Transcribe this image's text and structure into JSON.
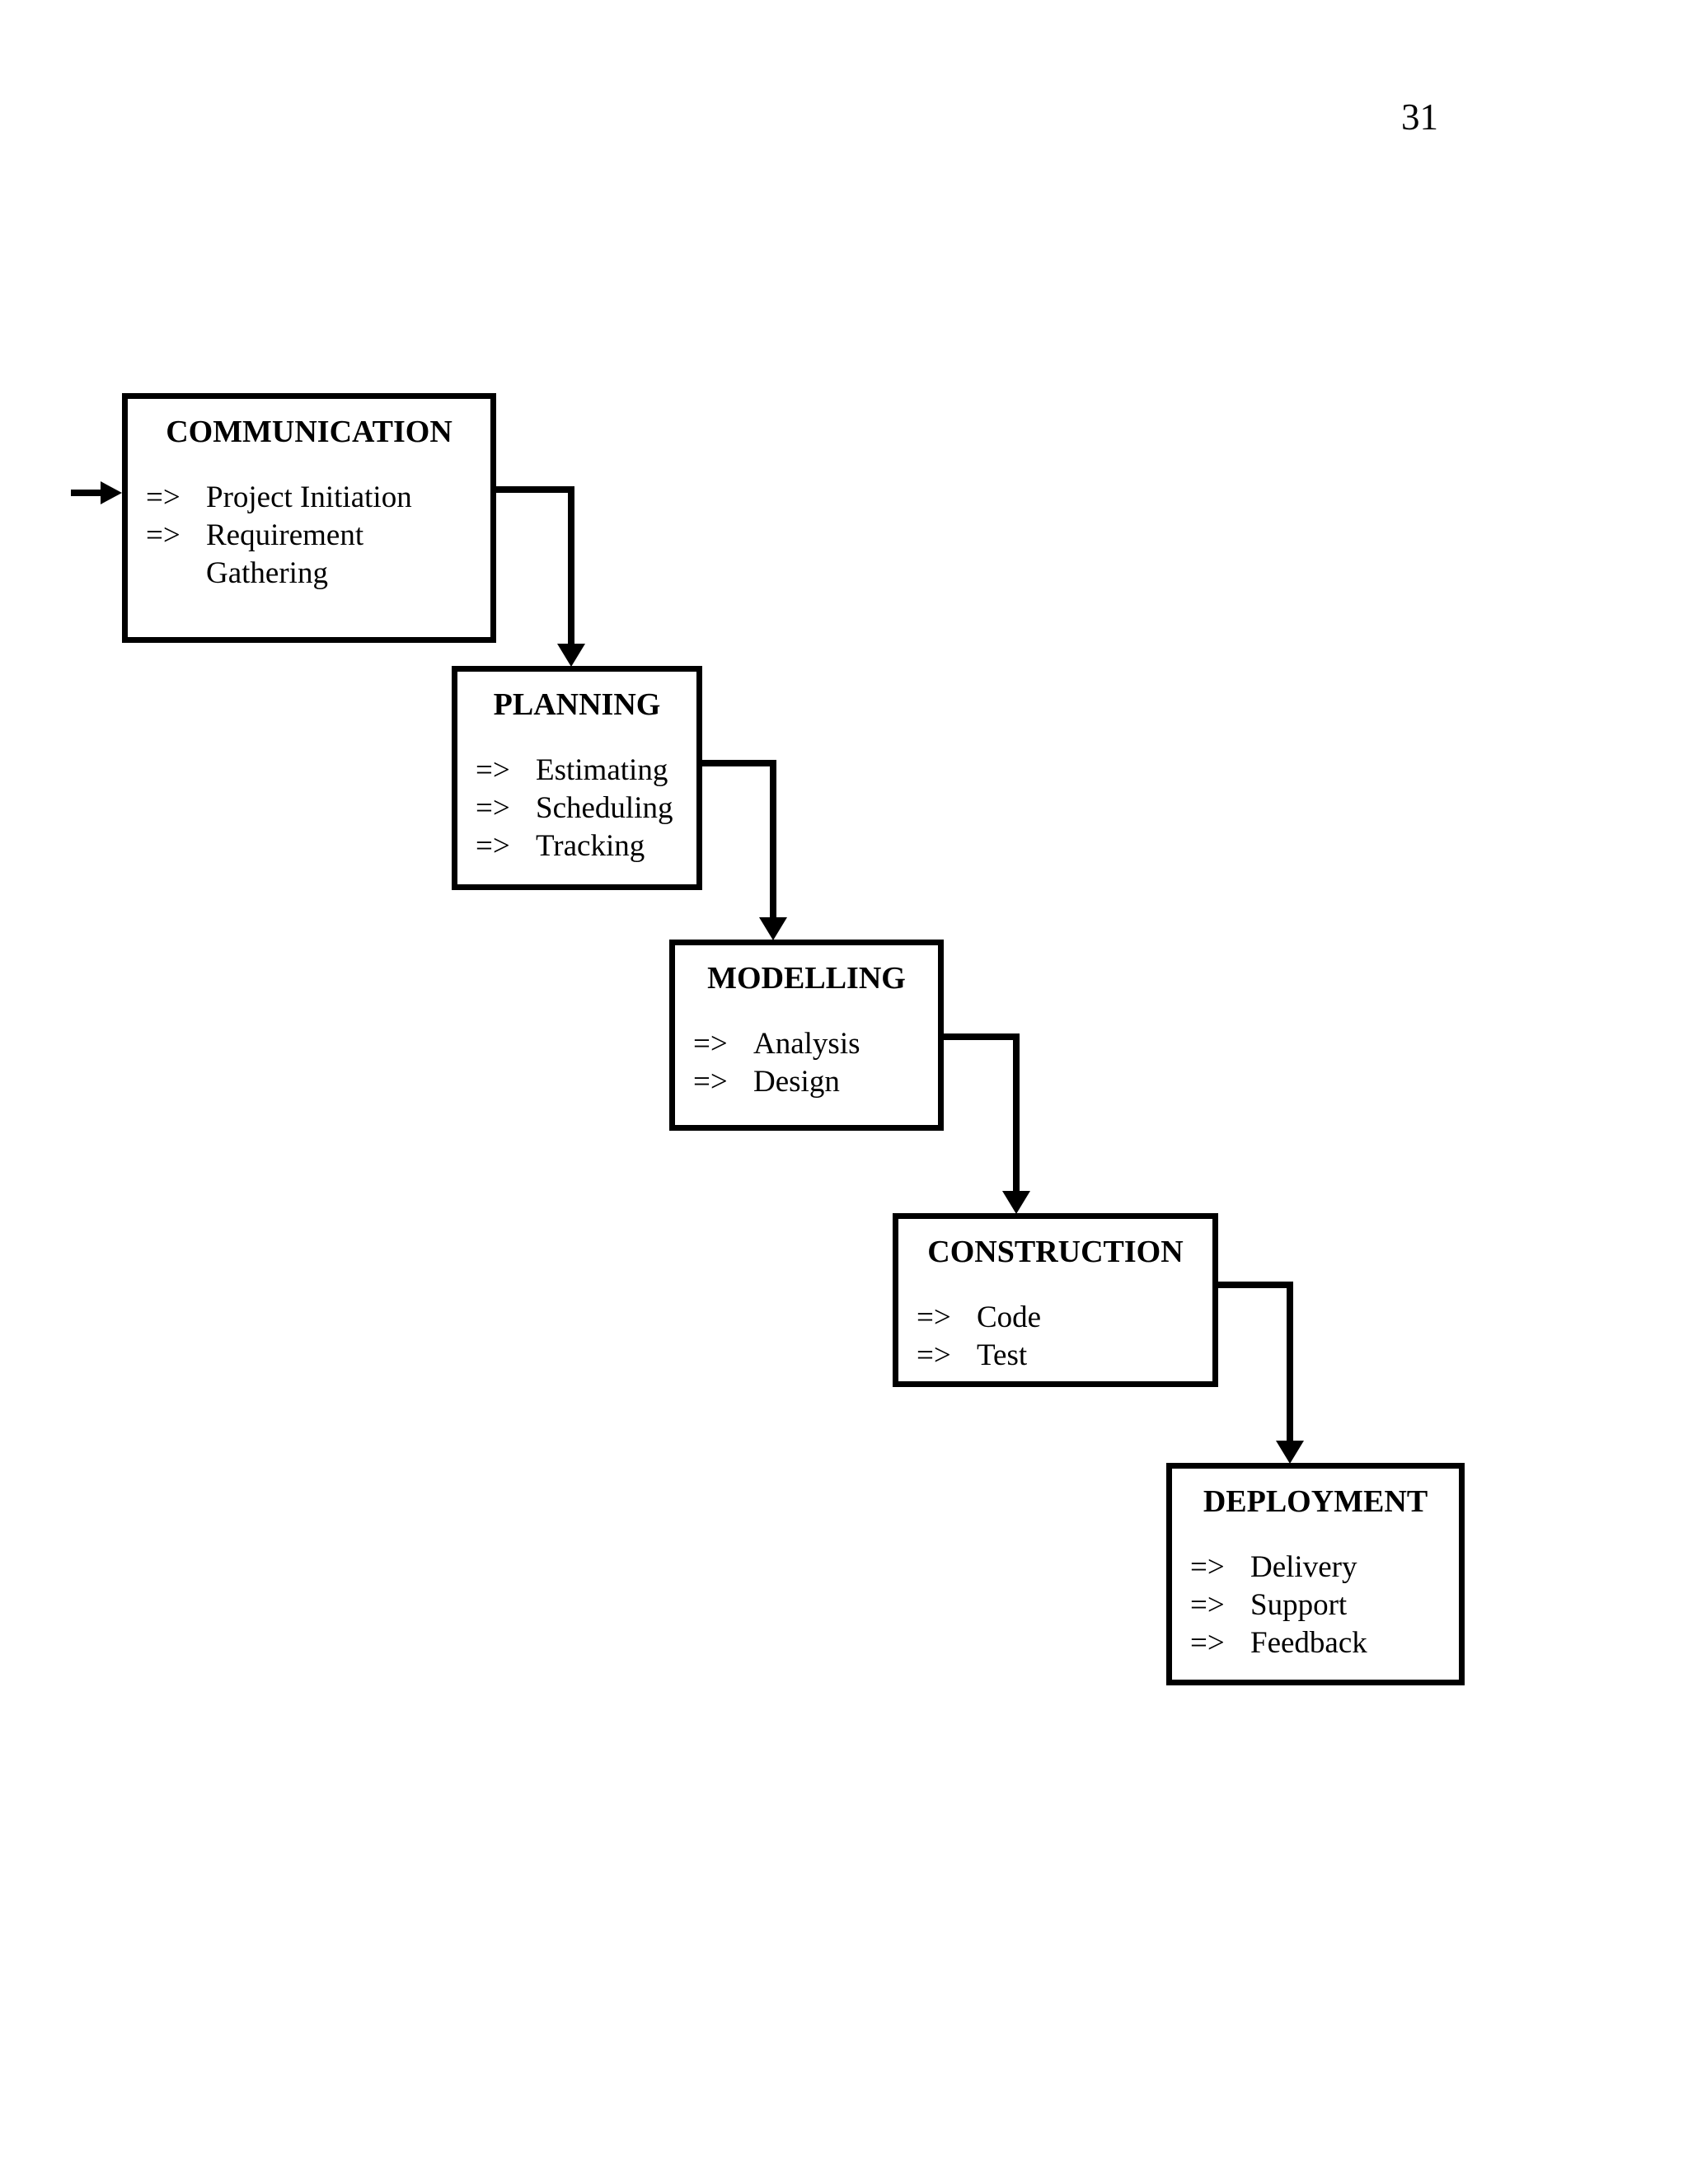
{
  "page": {
    "number": "31"
  },
  "diagram": {
    "item_prefix": "=>",
    "colors": {
      "line": "#000000",
      "background": "#ffffff"
    },
    "boxes": [
      {
        "title": "COMMUNICATION",
        "items": [
          "Project Initiation",
          "Requirement\nGathering"
        ]
      },
      {
        "title": "PLANNING",
        "items": [
          "Estimating",
          "Scheduling",
          "Tracking"
        ]
      },
      {
        "title": "MODELLING",
        "items": [
          "Analysis",
          "Design"
        ]
      },
      {
        "title": "CONSTRUCTION",
        "items": [
          "Code",
          "Test"
        ]
      },
      {
        "title": "DEPLOYMENT",
        "items": [
          "Delivery",
          "Support",
          "Feedback"
        ]
      }
    ]
  }
}
